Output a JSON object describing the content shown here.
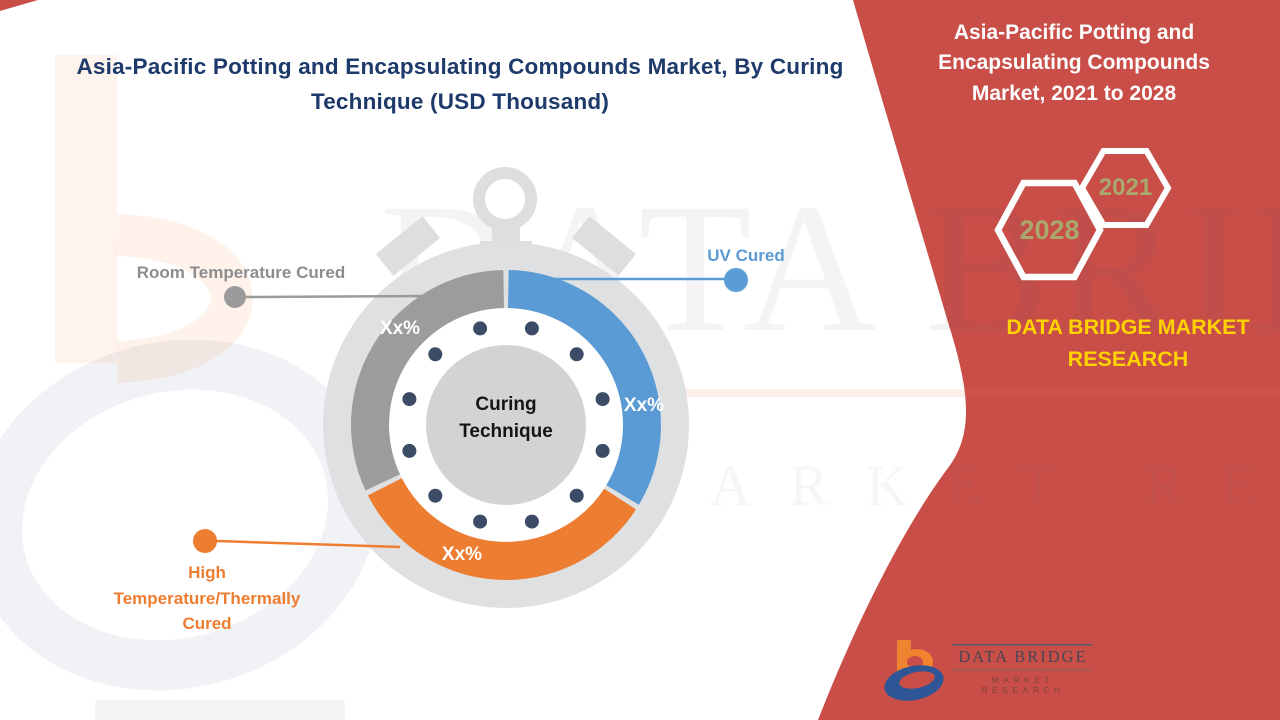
{
  "header": {
    "title": "Asia-Pacific Potting and Encapsulating Compounds Market, By Curing Technique (USD Thousand)"
  },
  "side_panel": {
    "title": "Asia-Pacific Potting and Encapsulating Compounds Market, 2021 to 2028",
    "year_back": "2028",
    "year_front": "2021",
    "brand": "DATA BRIDGE MARKET RESEARCH",
    "panel_color": "#c94e48",
    "year_text_color": "#a9a96e",
    "brand_color": "#ffd200"
  },
  "chart": {
    "center_label": "Curing Technique",
    "segments": [
      {
        "label": "Room Temperature Cured",
        "value": "Xx%",
        "color": "#9c9c9c"
      },
      {
        "label": "UV Cured",
        "value": "Xx%",
        "color": "#5b9bd5"
      },
      {
        "label": "High\nTemperature/Thermally\nCured",
        "value": "Xx%",
        "color": "#ed7d31"
      }
    ]
  },
  "chart_data": {
    "type": "pie",
    "title": "Asia-Pacific Potting and Encapsulating Compounds Market, By Curing Technique (USD Thousand)",
    "center_label": "Curing Technique",
    "categories": [
      "UV Cured",
      "High Temperature/Thermally Cured",
      "Room Temperature Cured"
    ],
    "values": [
      "Xx%",
      "Xx%",
      "Xx%"
    ],
    "segment_angles_deg": [
      122,
      122,
      116
    ],
    "start_angle_deg": 0,
    "colors": [
      "#5b9bd5",
      "#ed7d31",
      "#9c9c9c"
    ],
    "style": "donut ring inside stopwatch illustration, labels via leader lines"
  },
  "footer_logo": {
    "brand": "DATA BRIDGE",
    "tagline": "MARKET RESEARCH"
  },
  "watermark": {
    "line1": "DATA BRIDGE",
    "line2": "MARKET RESEARCH"
  }
}
